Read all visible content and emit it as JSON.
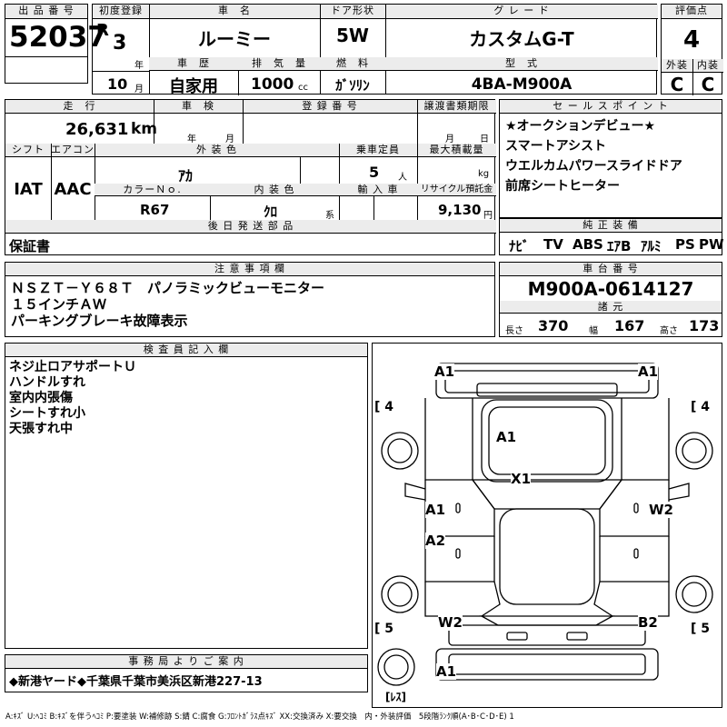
{
  "header": {
    "lot_label": "出 品 番 号",
    "lot_number": "52037",
    "first_reg_label": "初度登録",
    "era": "R",
    "year_num": "3",
    "year_unit": "年",
    "month_num": "10",
    "month_unit": "月",
    "car_name_label": "車　名",
    "car_name": "ルーミー",
    "door_label": "ドア形状",
    "door": "5W",
    "grade_label": "グ レ ー ド",
    "grade": "カスタムG-T",
    "score_label": "評価点",
    "score": "4",
    "history_label": "車　歴",
    "history": "自家用",
    "displacement_label": "排　気　量",
    "displacement": "1000",
    "displacement_unit": "cc",
    "fuel_label": "燃　料",
    "fuel": "ｶﾞｿﾘﾝ",
    "model_label": "型　式",
    "model": "4BA-M900A",
    "exterior_label": "外装",
    "exterior": "C",
    "interior_label": "内装",
    "interior": "C"
  },
  "details": {
    "mileage_label": "走　行",
    "mileage": "26,631",
    "mileage_unit": "km",
    "inspection_label": "車　検",
    "insp_year_unit": "年",
    "insp_month_unit": "月",
    "reg_label": "登 録 番 号",
    "transfer_label": "譲渡書類期限",
    "transfer_month_unit": "月",
    "transfer_day_unit": "日",
    "shift_label": "シフト",
    "shift": "IAT",
    "ac_label": "エアコン",
    "ac": "AAC",
    "ext_color_label": "外 装 色",
    "ext_color": "ｱｶ",
    "capacity_label": "乗車定員",
    "capacity": "5",
    "capacity_unit": "人",
    "load_label": "最大積載量",
    "load_unit": "kg",
    "color_no_label": "カラーＮｏ.",
    "color_no": "R67",
    "int_color_label": "内 装 色",
    "int_color": "ｸﾛ",
    "int_color_unit": "系",
    "import_label": "輸 入 車",
    "recycle_label": "リサイクル預託金",
    "recycle": "9,130",
    "recycle_unit": "円",
    "later_label": "後 日 発 送 部 品",
    "later_value": "保証書"
  },
  "sales": {
    "label": "セ ー ル ス ポ イ ン ト",
    "points": [
      "★オークションデビュー★",
      "スマートアシスト",
      "ウエルカムパワースライドドア",
      "前席シートヒーター"
    ]
  },
  "equipment": {
    "label": "純 正 装 備",
    "items": [
      "ﾅﾋﾞ",
      "TV",
      "ABS",
      "ｴｱB",
      "ｱﾙﾐ",
      "PS",
      "PW"
    ]
  },
  "notes": {
    "label": "注 意 事 項 欄",
    "lines": [
      "ＮＳＺＴ－Ｙ６８Ｔ　パノラミックビューモニター",
      "１５インチＡＷ",
      "パーキングブレーキ故障表示"
    ]
  },
  "chassis": {
    "label": "車 台 番 号",
    "number": "M900A-0614127",
    "spec_label": "諸 元",
    "length_label": "長さ",
    "length": "370",
    "width_label": "幅",
    "width": "167",
    "height_label": "高さ",
    "height": "173"
  },
  "inspector": {
    "label": "検 査 員 記 入 欄",
    "lines": [
      "ネジ止ロアサポートＵ",
      "ハンドルすれ",
      "室内内張傷",
      "シートすれ小",
      "天張すれ中"
    ]
  },
  "diagram": {
    "marks": [
      "A1",
      "A1",
      "A1",
      "X1",
      "A1",
      "W2",
      "A2",
      "W2",
      "B2",
      "A1"
    ],
    "tires": [
      "[ 4",
      "[ 4",
      "[ 5",
      "[ 5",
      "[ﾚｽ]"
    ]
  },
  "office": {
    "label": "事 務 局 よ り ご 案 内",
    "text": "◆新港ヤード◆千葉県千葉市美浜区新港227-13"
  },
  "legend": "A:ｷｽﾞ U:ﾍｺﾐ B:ｷｽﾞを伴うﾍｺﾐ P:要塗装 W:補修跡 S:錆 C:腐食 G:ﾌﾛﾝﾄｶﾞﾗｽ点ｷｽﾞ XX:交換済み X:要交換　内・外装評価　5段階ﾗﾝｸ順(A･B･C･D･E) 1"
}
